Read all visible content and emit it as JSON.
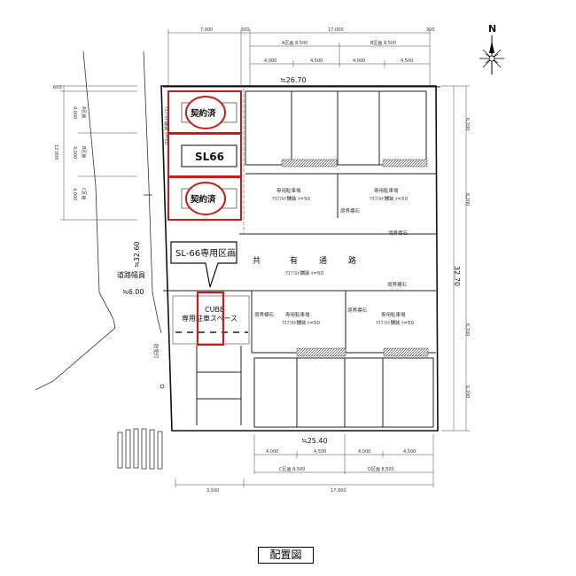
{
  "caption": "配置図",
  "north": "N",
  "spaces": {
    "contracted": "契約済",
    "sl66": "SL66"
  },
  "callout": "SL-66専用区画",
  "cube": {
    "title": "CUBE",
    "subtitle": "専用駐車スペース"
  },
  "road": {
    "chars": [
      "共",
      "有",
      "通",
      "路"
    ],
    "note": "ｱｽﾌｧﾙﾄ舗装 t=50"
  },
  "parking_note_upper": "専用駐車場",
  "parking_note_lower": "専用駐車場",
  "asphalt_note": "ｱｽﾌｧﾙﾄ舗装 t=50",
  "boundary_note": "境界標石",
  "left_road": {
    "label": "道路幅員",
    "width": "≒6.00",
    "side_length": "≒32.60",
    "sign": "防犯灯"
  },
  "right_length": "32.70",
  "top_width": "≒26.70",
  "bottom_width": "≒25.40",
  "top_dims": {
    "overall": [
      "7,000",
      "500",
      "17,000",
      "300"
    ],
    "blocks": [
      "A区画 8,500",
      "B区画 8,500"
    ],
    "parts": [
      "4,000",
      "4,500",
      "4,000",
      "4,500"
    ]
  },
  "bottom_dims": {
    "overall": [
      "3,500",
      "17,000"
    ],
    "blocks": [
      "C区画 8,500",
      "D区画 8,500"
    ],
    "parts": [
      "4,000",
      "4,500",
      "4,000",
      "4,500"
    ]
  },
  "left_dims": {
    "top": "600",
    "parts": [
      "4,000",
      "4,000",
      "4,000"
    ],
    "total": "12,000",
    "labels": [
      "A区画",
      "B区画",
      "C区画"
    ]
  },
  "right_dims": [
    "6,200",
    "6,200",
    "6,200",
    "6,200"
  ],
  "colors": {
    "accent": "#cc1a1a",
    "hatch": "#777777",
    "line": "#222222"
  }
}
